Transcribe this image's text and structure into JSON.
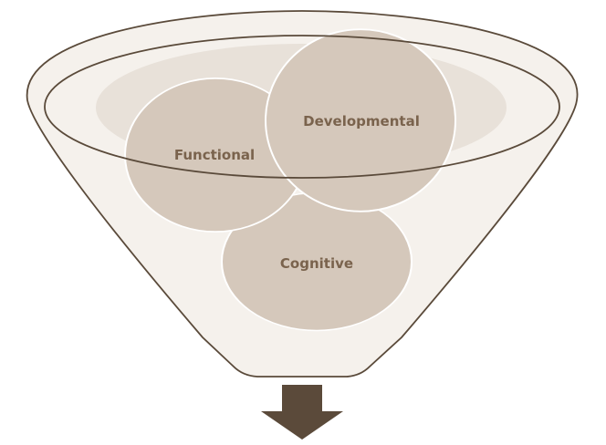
{
  "diagram": {
    "items": [
      {
        "id": "functional",
        "label": "Functional"
      },
      {
        "id": "developmental",
        "label": "Developmental"
      },
      {
        "id": "cognitive",
        "label": "Cognitive"
      }
    ]
  },
  "colors": {
    "outline": "#5a4a3a",
    "funnel_fill": "#f5f1ec",
    "inner_shadow": "#e8e1d9",
    "ball_fill": "#d5c8bb",
    "ball_stroke": "#ffffff",
    "label": "#7a634d",
    "arrow": "#5b4a3a"
  }
}
